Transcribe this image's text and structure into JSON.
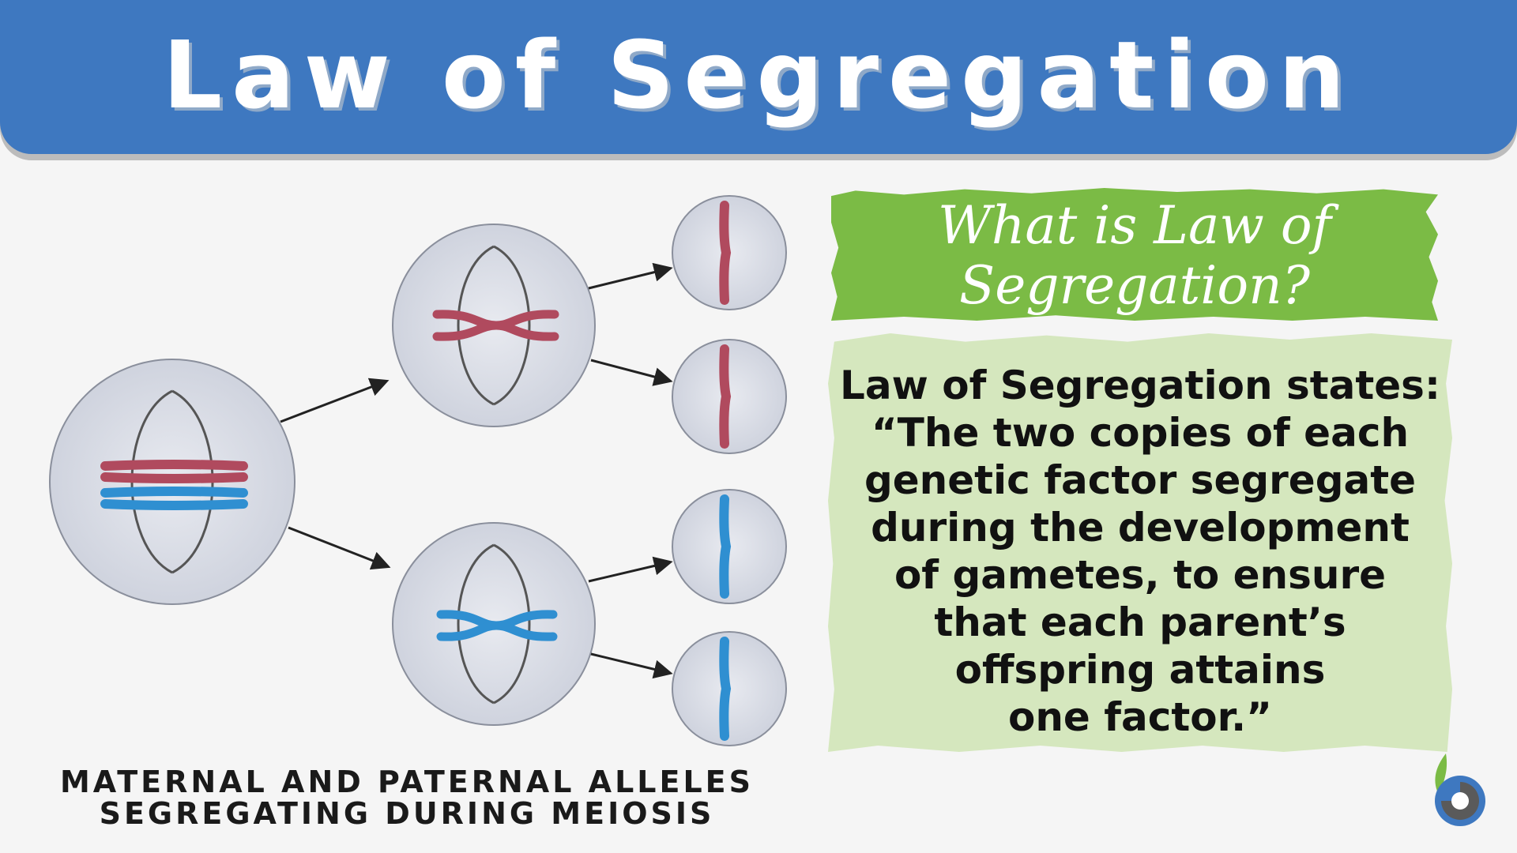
{
  "header": {
    "title": "Law of Segregation"
  },
  "question_box": {
    "lines": [
      "What is Law of",
      "Segregation?"
    ]
  },
  "definition_box": {
    "lines": [
      "Law of Segregation states:",
      "“The two copies of each",
      "genetic factor segregate",
      "during the development",
      "of gametes, to ensure",
      "that each parent’s",
      "offspring attains",
      "one factor.”"
    ]
  },
  "caption": {
    "lines": [
      "MATERNAL AND PATERNAL ALLELES",
      "SEGREGATING DURING MEIOSIS"
    ]
  },
  "colors": {
    "banner": "#3e78c0",
    "question_box": "#7bbb45",
    "definition_box": "#d5e7be",
    "maternal_chromosome": "#b04a5e",
    "paternal_chromosome": "#2f8fd1",
    "cell_fill": "#dcdfe8",
    "cell_stroke": "#8a8f9c"
  },
  "icons": {
    "logo": "biology-dictionary-logo-icon",
    "arrows": "arrow-right-icon"
  }
}
